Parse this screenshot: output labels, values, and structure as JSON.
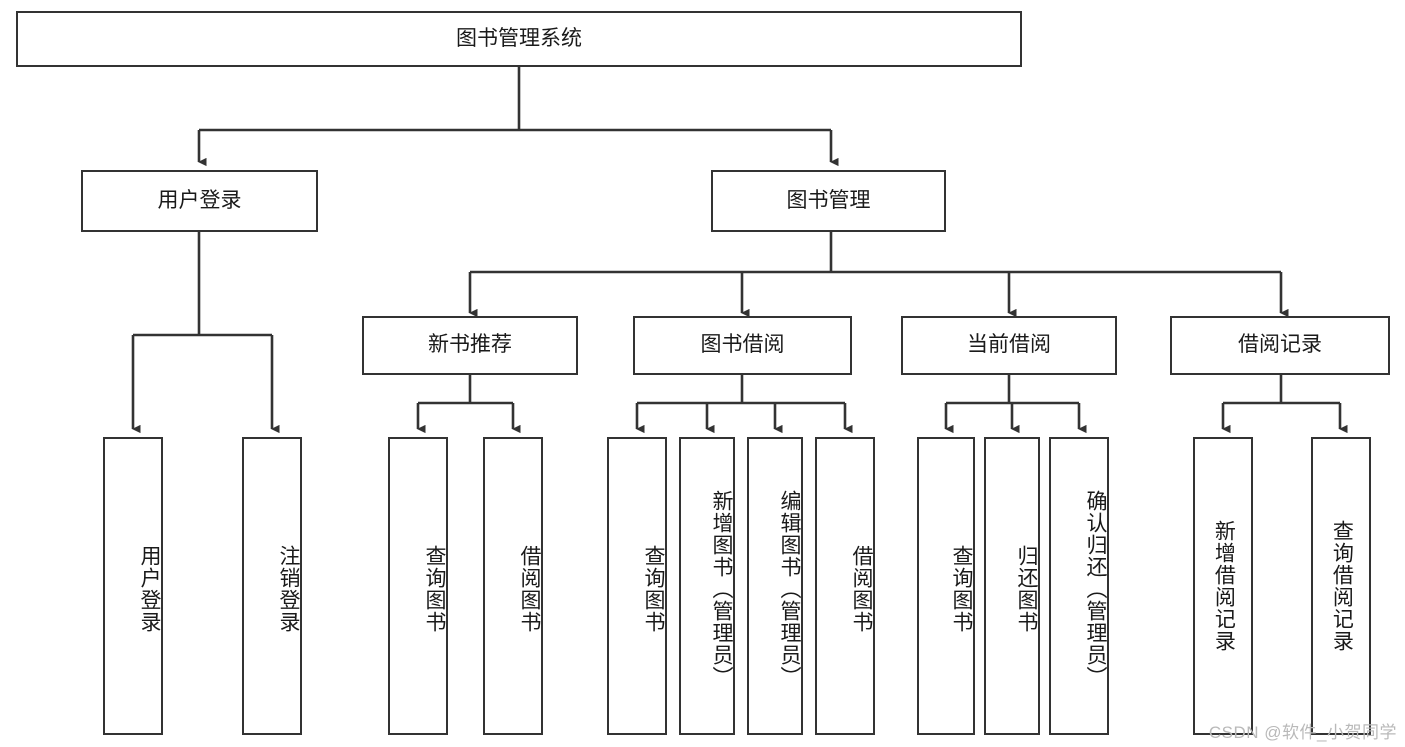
{
  "diagram": {
    "type": "tree",
    "title": "图书管理系统",
    "orientation": "top-down",
    "stroke_color": "#333333",
    "background_color": "#ffffff",
    "text_color": "#1a1a1a"
  },
  "nodes": {
    "root": {
      "label": "图书管理系统"
    },
    "l1": [
      {
        "label": "用户登录"
      },
      {
        "label": "图书管理"
      }
    ],
    "l2": [
      {
        "label": "新书推荐"
      },
      {
        "label": "图书借阅"
      },
      {
        "label": "当前借阅"
      },
      {
        "label": "借阅记录"
      }
    ],
    "leaves": {
      "user_login": [
        {
          "label": "用户登录"
        },
        {
          "label": "注销登录"
        }
      ],
      "new_book_recommend": [
        {
          "label": "查询图书"
        },
        {
          "label": "借阅图书"
        }
      ],
      "book_borrow": [
        {
          "label": "查询图书"
        },
        {
          "label": "新增图书（管理员）"
        },
        {
          "label": "编辑图书（管理员）"
        },
        {
          "label": "借阅图书"
        }
      ],
      "current_borrow": [
        {
          "label": "查询图书"
        },
        {
          "label": "归还图书"
        },
        {
          "label": "确认归还（管理员）"
        }
      ],
      "borrow_record": [
        {
          "label": "新增借阅记录"
        },
        {
          "label": "查询借阅记录"
        }
      ]
    }
  },
  "watermark": {
    "text": "CSDN @软件_小贺同学"
  }
}
